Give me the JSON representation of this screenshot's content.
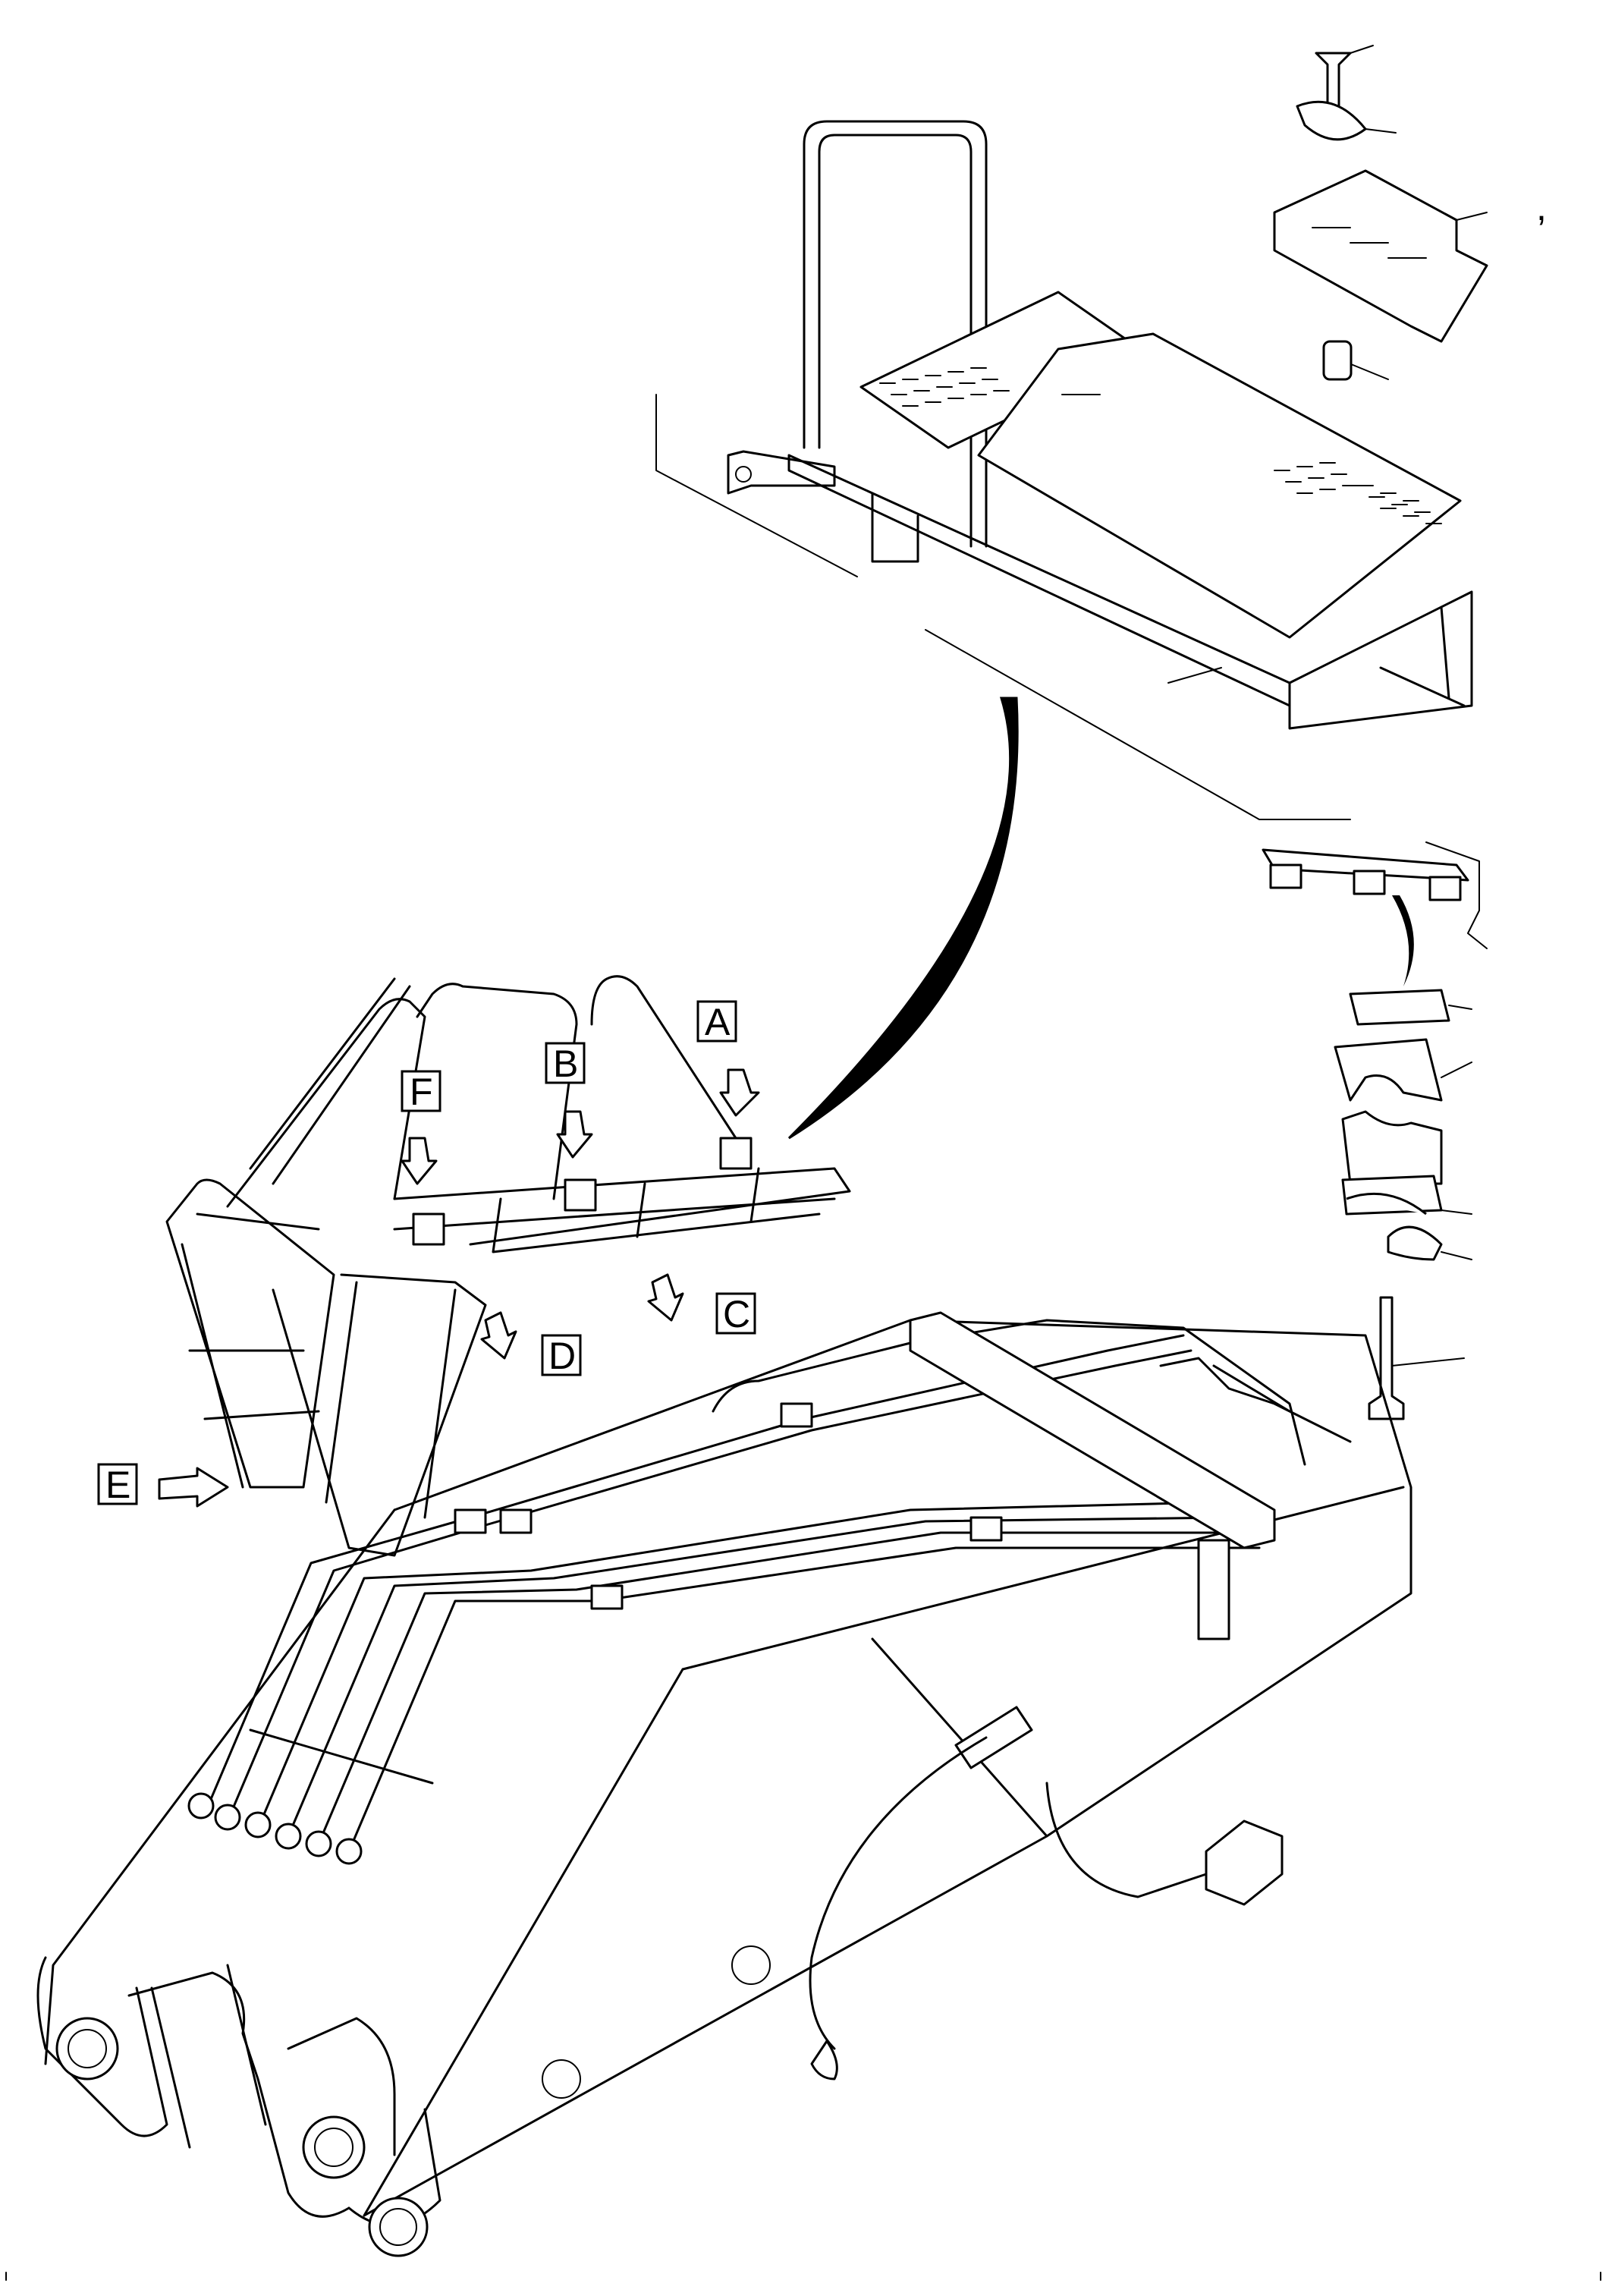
{
  "callouts": {
    "A": "A",
    "B": "B",
    "C": "C",
    "D": "D",
    "E": "E",
    "F": "F"
  },
  "stray_mark": ","
}
